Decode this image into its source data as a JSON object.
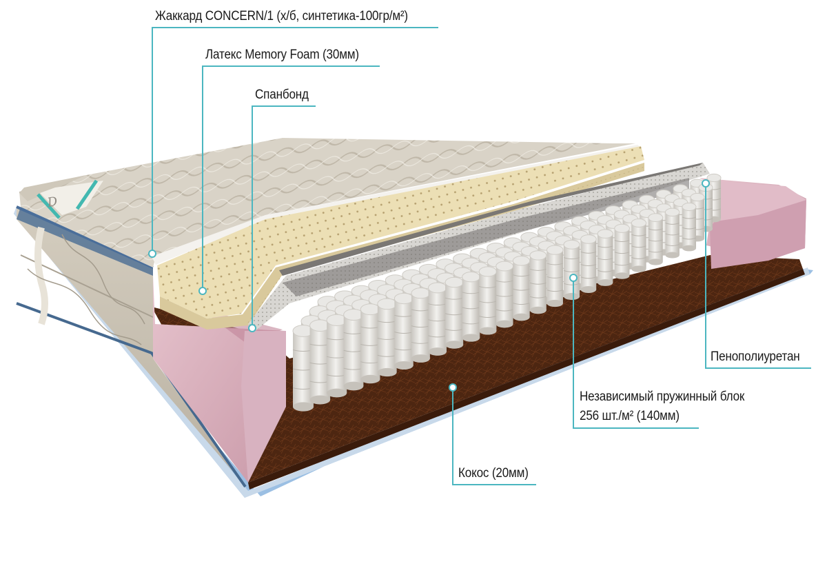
{
  "diagram": {
    "subject": "Mattress cross-section",
    "callouts": [
      {
        "id": "jacquard",
        "text": "Жаккард CONCERN/1 (х/б, синтетика-100гр/м²)"
      },
      {
        "id": "latex",
        "text": "Латекс Memory Foam  (30мм)"
      },
      {
        "id": "spunbond",
        "text": "Спанбонд"
      },
      {
        "id": "polyurethane",
        "text": "Пенополиуретан"
      },
      {
        "id": "spring_block_line1",
        "text": "Независимый пружинный блок"
      },
      {
        "id": "spring_block_line2",
        "text": "256 шт./м²  (140мм)"
      },
      {
        "id": "coconut",
        "text": "Кокос (20мм)"
      }
    ],
    "colors": {
      "leader_line": "#4bb6c0",
      "cover": "#d8d1c4",
      "latex": "#eadfb8",
      "foam": "#d6a9b6",
      "coconut": "#4a2410",
      "springs": "#e6e4df",
      "edge_piping": "#8eb3d9"
    }
  }
}
